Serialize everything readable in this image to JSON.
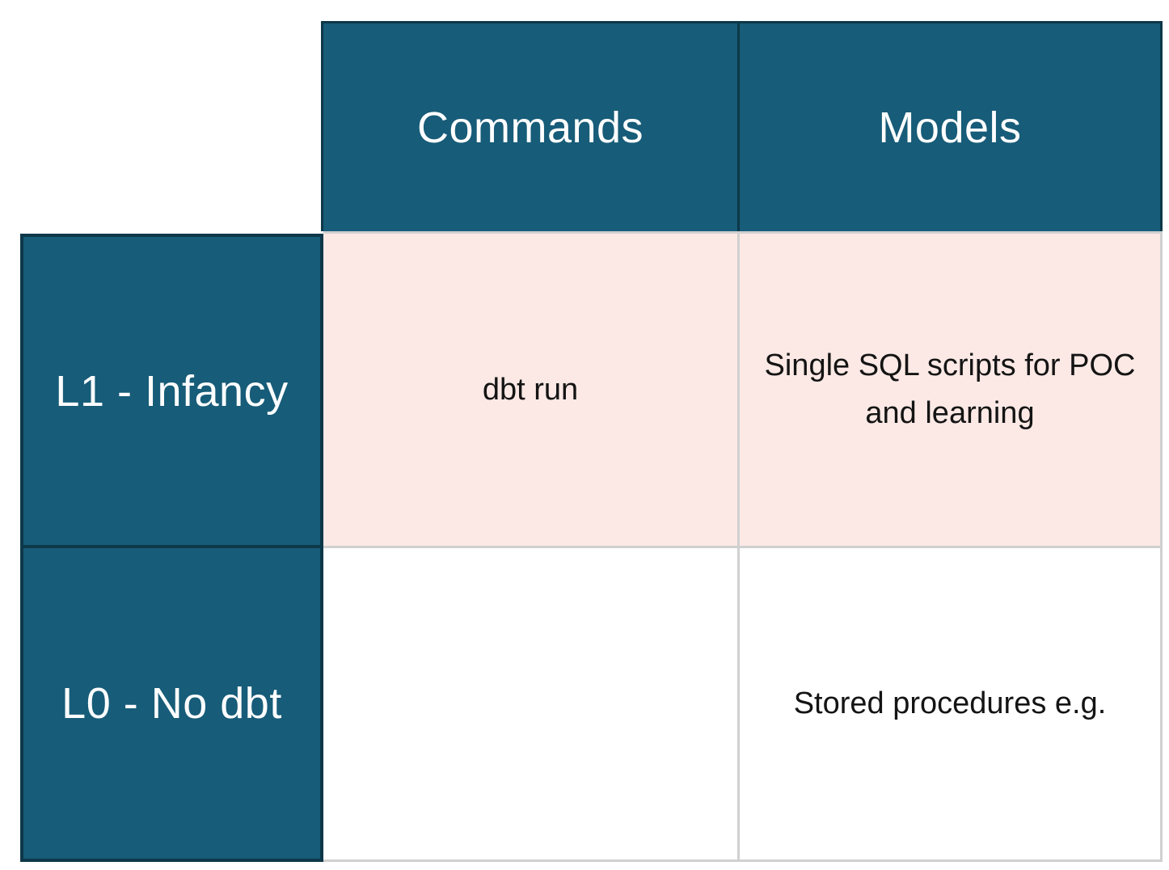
{
  "matrix": {
    "column_headers": [
      "Commands",
      "Models"
    ],
    "row_headers": [
      "L1 - Infancy",
      "L0 - No dbt"
    ],
    "cells": {
      "l1_commands": "dbt run",
      "l1_models": "Single SQL scripts for POC and learning",
      "l0_commands": "",
      "l0_models": "Stored procedures e.g."
    }
  },
  "colors": {
    "canvas_bg": "#ffffff",
    "header_bg": "#175c78",
    "header_border": "#0d3849",
    "header_text": "#ffffff",
    "l1_row_bg": "#fce9e5",
    "l0_row_bg": "#ffffff",
    "gridline": "#d0d0d0",
    "body_text": "#141414"
  }
}
